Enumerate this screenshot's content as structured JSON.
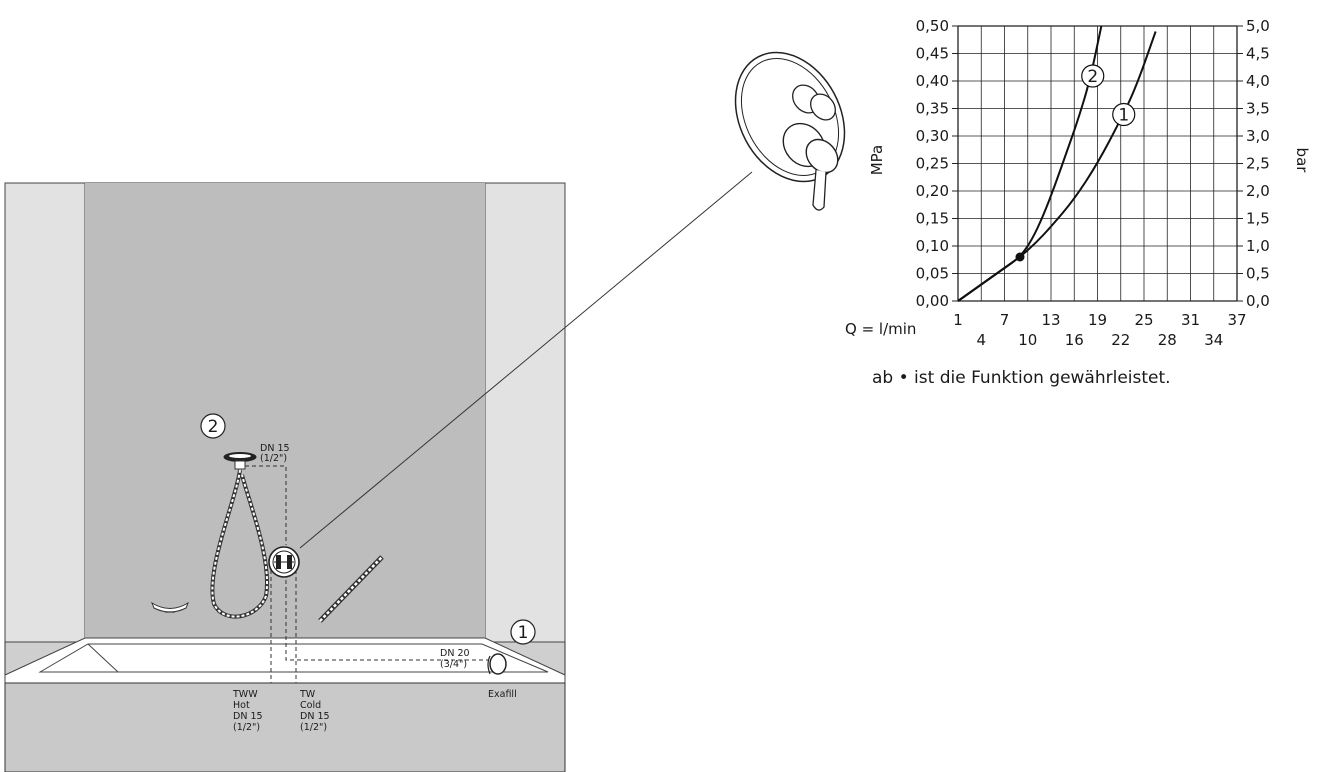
{
  "installation": {
    "markers": {
      "bath_spout": "1",
      "hand_shower": "2"
    },
    "hand_shower_connection": {
      "size": "DN 15",
      "inch": "(1/2\")"
    },
    "filler_connection": {
      "size": "DN 20",
      "inch": "(3/4\")"
    },
    "hot_supply": {
      "code": "TWW",
      "name": "Hot",
      "size": "DN 15",
      "inch": "(1/2\")"
    },
    "cold_supply": {
      "code": "TW",
      "name": "Cold",
      "size": "DN 15",
      "inch": "(1/2\")"
    },
    "filler_name": "Exafill"
  },
  "chart_data": {
    "type": "line",
    "left_axis": {
      "label": "MPa",
      "ticks": [
        "0,00",
        "0,05",
        "0,10",
        "0,15",
        "0,20",
        "0,25",
        "0,30",
        "0,35",
        "0,40",
        "0,45",
        "0,50"
      ],
      "range": [
        0,
        0.5
      ]
    },
    "right_axis": {
      "label": "bar",
      "ticks": [
        "0,0",
        "0,5",
        "1,0",
        "1,5",
        "2,0",
        "2,5",
        "3,0",
        "3,5",
        "4,0",
        "4,5",
        "5,0"
      ],
      "range": [
        0,
        5
      ]
    },
    "x_axis": {
      "prefix": "Q = l/min",
      "upper_ticks": [
        "1",
        "7",
        "13",
        "19",
        "25",
        "31",
        "37"
      ],
      "lower_ticks": [
        "4",
        "10",
        "16",
        "22",
        "28",
        "34"
      ],
      "range": [
        1,
        37
      ]
    },
    "grid": true,
    "series": [
      {
        "name": "1",
        "x": [
          1,
          4,
          7,
          9,
          11,
          13,
          16,
          19,
          22,
          24,
          26.5
        ],
        "y": [
          0,
          0.03,
          0.06,
          0.08,
          0.105,
          0.135,
          0.185,
          0.25,
          0.33,
          0.39,
          0.49
        ]
      },
      {
        "name": "2",
        "x": [
          1,
          4,
          7,
          9,
          10.5,
          12,
          13.5,
          15,
          16.5,
          18,
          19.5
        ],
        "y": [
          0,
          0.03,
          0.06,
          0.08,
          0.11,
          0.155,
          0.21,
          0.27,
          0.33,
          0.4,
          0.5
        ]
      }
    ],
    "marker_point": {
      "x": 9,
      "y": 0.08
    },
    "note": "ab • ist die Funktion gewährleistet."
  }
}
